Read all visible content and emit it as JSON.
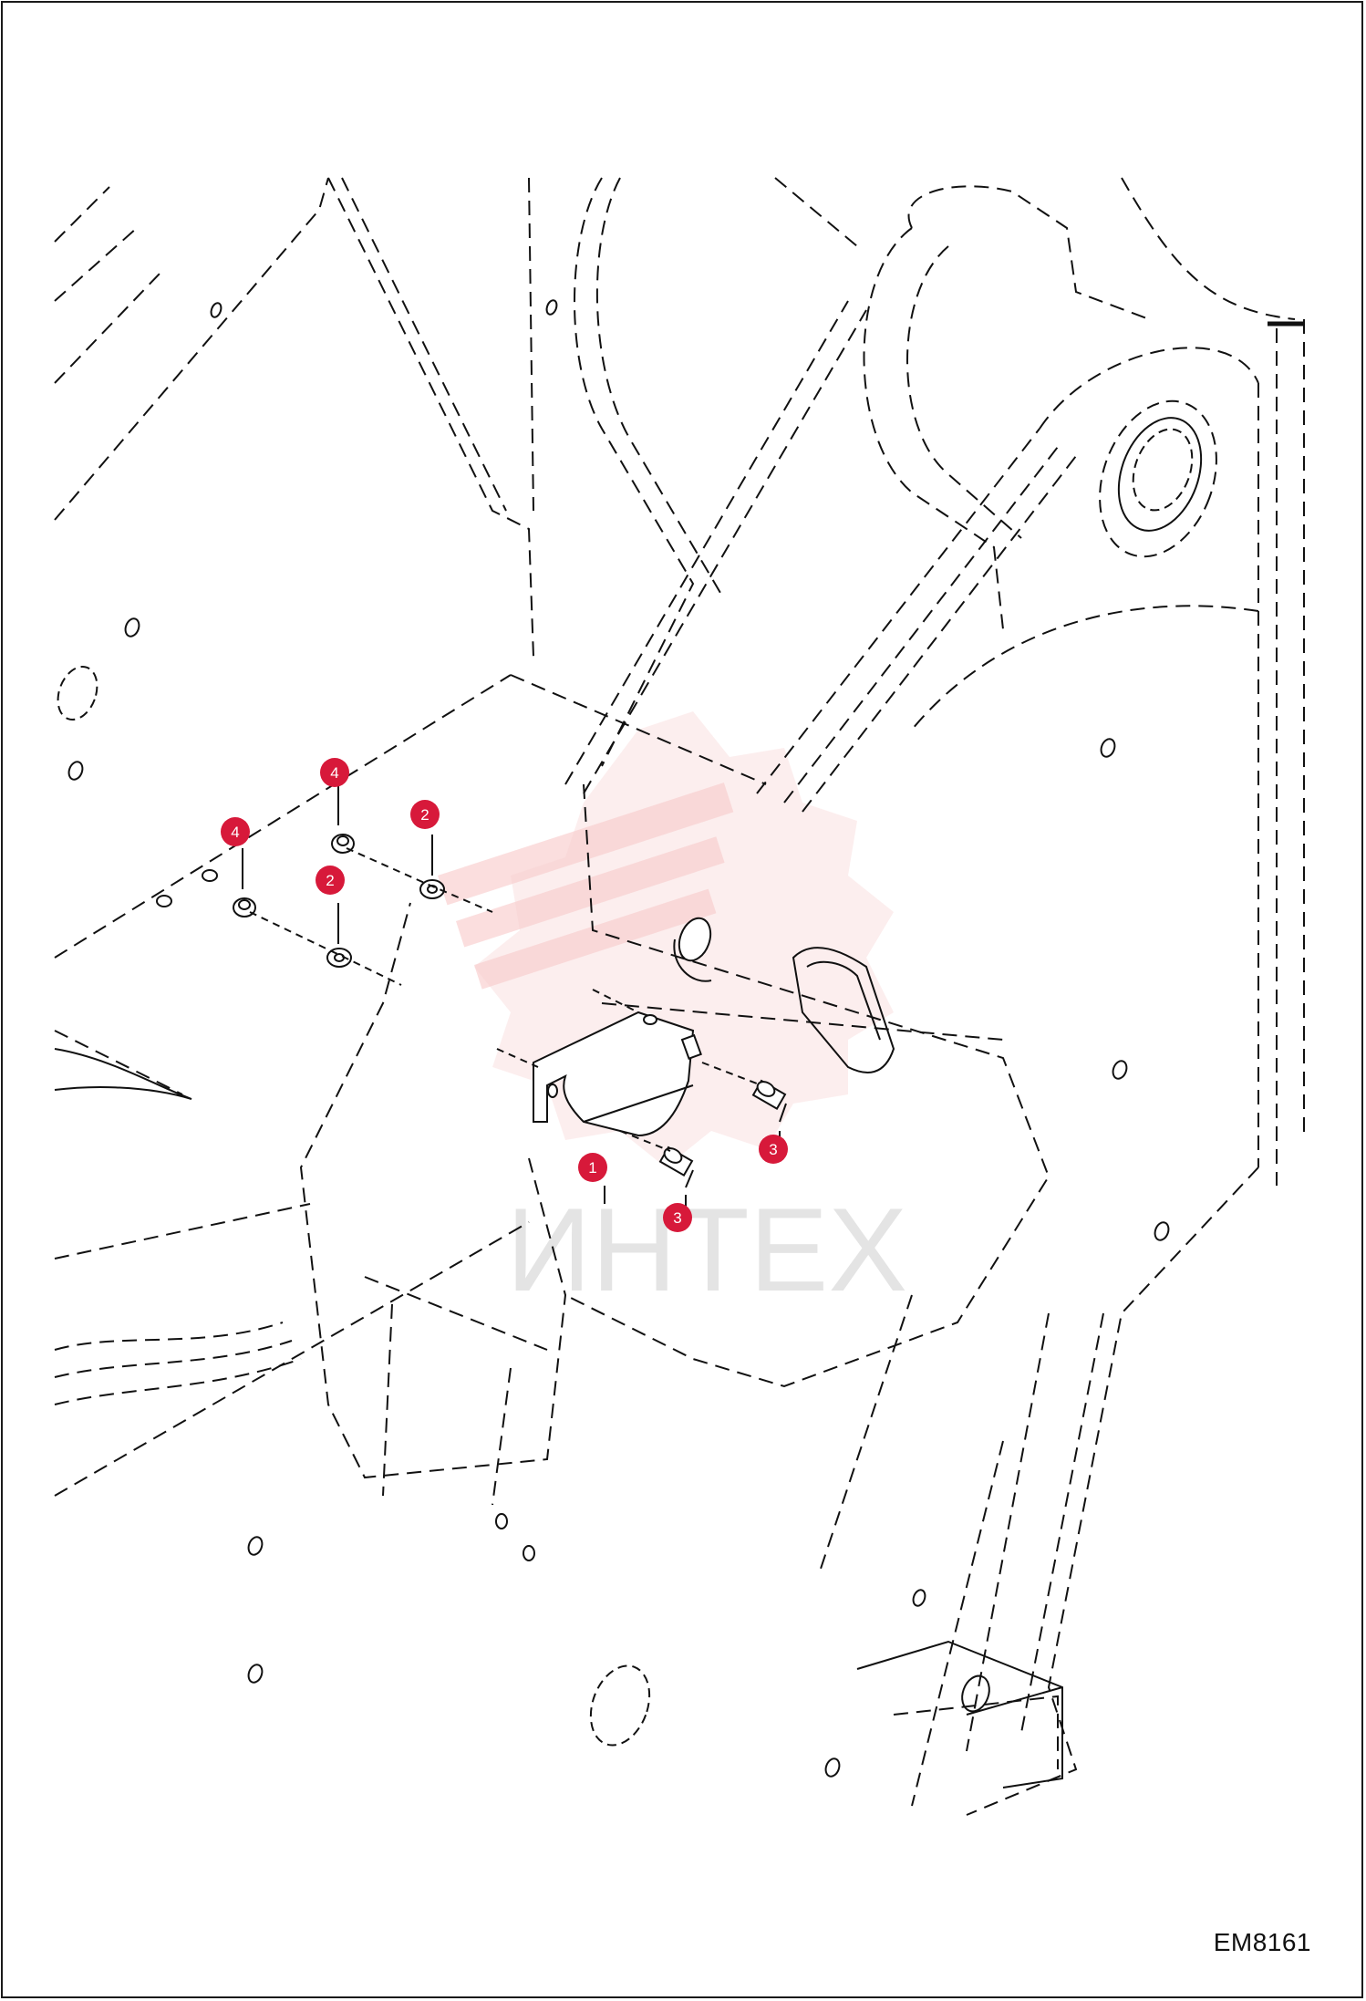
{
  "drawing": {
    "ref_code": "EM8161",
    "watermark_text": "ИНТЕХ",
    "callout_color": "#d7193a",
    "watermark_color": "#f2a8a8"
  },
  "callouts": [
    {
      "id": "c4a",
      "number": "4"
    },
    {
      "id": "c4b",
      "number": "4"
    },
    {
      "id": "c2a",
      "number": "2"
    },
    {
      "id": "c2b",
      "number": "2"
    },
    {
      "id": "c1",
      "number": "1"
    },
    {
      "id": "c3a",
      "number": "3"
    },
    {
      "id": "c3b",
      "number": "3"
    }
  ]
}
